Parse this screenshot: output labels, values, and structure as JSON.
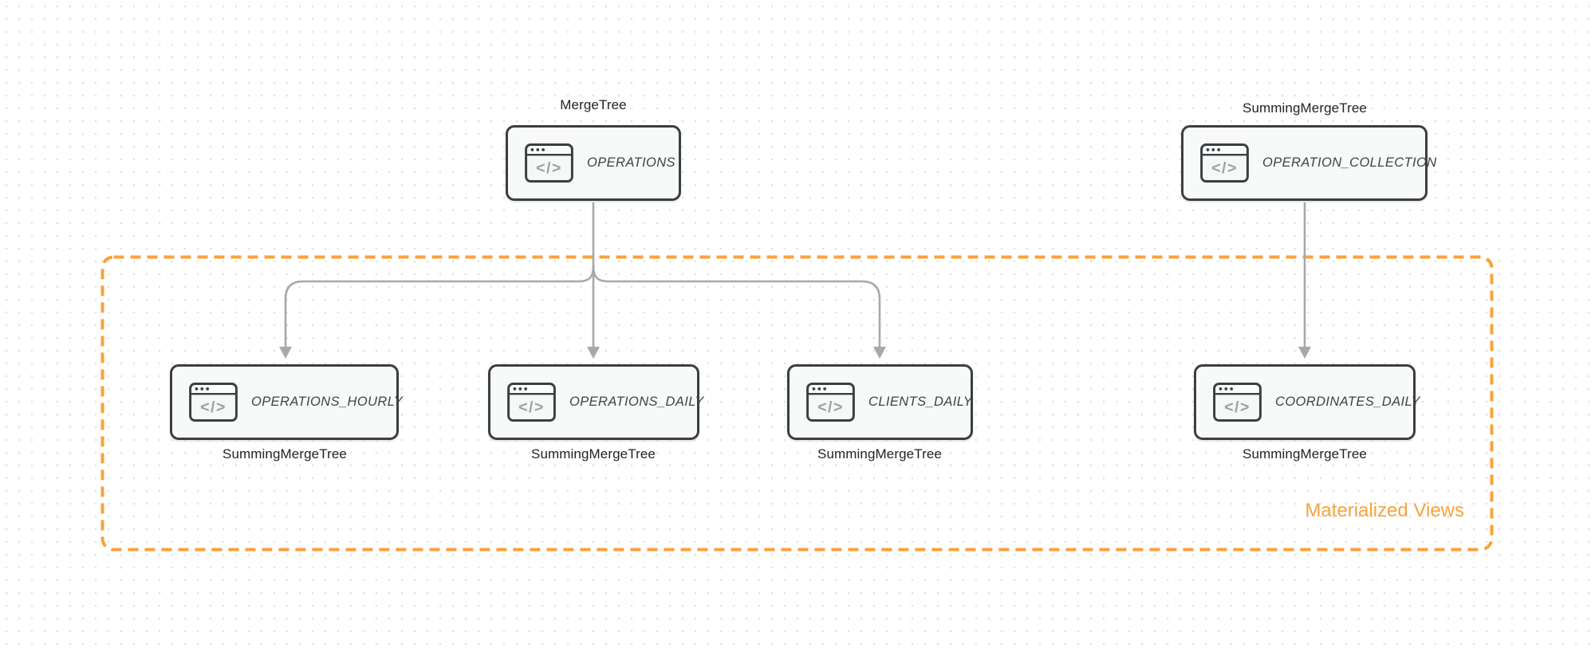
{
  "diagram": {
    "group_label": "Materialized Views",
    "colors": {
      "accent_orange": "#F9A23B",
      "node_border": "#3A3F42",
      "node_fill": "#F8F9F9",
      "edge_gray": "#A8A8A8",
      "text_dark": "#1E2226",
      "dot_grid": "#E3E4E6"
    },
    "icons": {
      "code_glyph": "</>",
      "name": "code-window-icon"
    },
    "nodes": [
      {
        "id": "operations",
        "title": "OPERATIONS",
        "engine_label": "MergeTree",
        "engine_position": "top"
      },
      {
        "id": "operation_collection",
        "title": "OPERATION_COLLECTION",
        "engine_label": "SummingMergeTree",
        "engine_position": "top"
      },
      {
        "id": "operations_hourly",
        "title": "OPERATIONS_HOURLY",
        "engine_label": "SummingMergeTree",
        "engine_position": "bottom"
      },
      {
        "id": "operations_daily",
        "title": "OPERATIONS_DAILY",
        "engine_label": "SummingMergeTree",
        "engine_position": "bottom"
      },
      {
        "id": "clients_daily",
        "title": "CLIENTS_DAILY",
        "engine_label": "SummingMergeTree",
        "engine_position": "bottom"
      },
      {
        "id": "coordinates_daily",
        "title": "COORDINATES_DAILY",
        "engine_label": "SummingMergeTree",
        "engine_position": "bottom"
      }
    ],
    "edges": [
      {
        "from": "OPERATIONS",
        "to": "OPERATIONS_HOURLY"
      },
      {
        "from": "OPERATIONS",
        "to": "OPERATIONS_DAILY"
      },
      {
        "from": "OPERATIONS",
        "to": "CLIENTS_DAILY"
      },
      {
        "from": "OPERATION_COLLECTION",
        "to": "COORDINATES_DAILY"
      }
    ]
  }
}
